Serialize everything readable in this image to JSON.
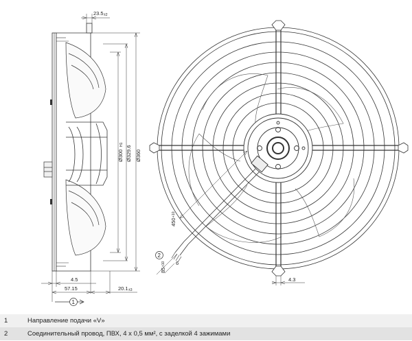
{
  "dimensions": {
    "top_offset": "23.5",
    "top_offset_tol": "±2",
    "diam_300": "Ø300",
    "diam_300_tol": "H1",
    "diam_329": "Ø329.6",
    "diam_360": "Ø360",
    "depth_4_5": "4.5",
    "depth_57_15": "57.15",
    "depth_20_1": "20.1",
    "depth_20_1_tol": "±3",
    "cable_length": "450",
    "cable_length_tol": "+10",
    "strip_6": "6",
    "strip_85": "85",
    "strip_85_tol": "±10",
    "hole_4_3": "4.3"
  },
  "callouts": {
    "one": "1",
    "two": "2"
  },
  "legend": [
    {
      "num": "1",
      "text": "Направление подачи «V»"
    },
    {
      "num": "2",
      "text": "Соединительный провод, ПВХ, 4 x 0,5 мм², с заделкой 4 зажимами"
    }
  ]
}
